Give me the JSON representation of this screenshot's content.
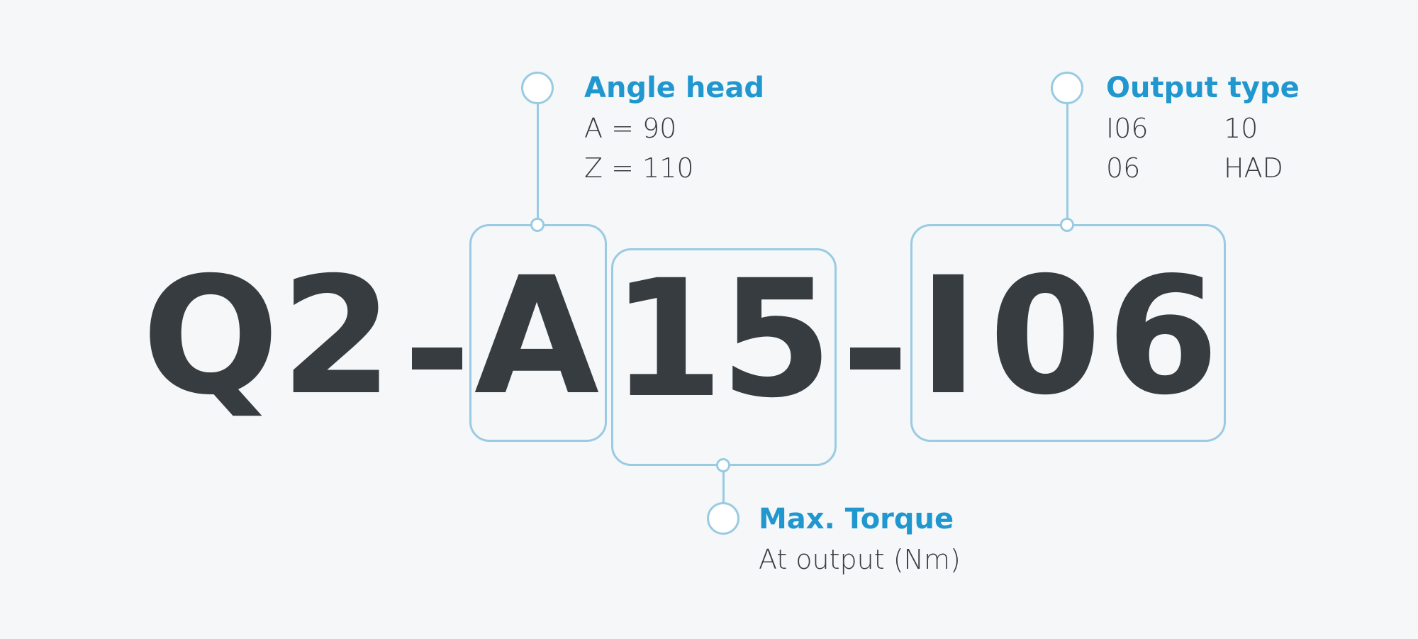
{
  "code": {
    "segments": [
      "Q",
      "2",
      "-",
      "A",
      "1",
      "5",
      "-",
      "I",
      "0",
      "6"
    ]
  },
  "callouts": {
    "angle_head": {
      "title": "Angle head",
      "lines": [
        "A = 90",
        "Z = 110"
      ]
    },
    "max_torque": {
      "title": "Max. Torque",
      "lines": [
        "At output (Nm)"
      ]
    },
    "output_type": {
      "title": "Output type",
      "rows": [
        [
          "I06",
          "10"
        ],
        [
          "06",
          "HAD"
        ]
      ]
    }
  },
  "colors": {
    "background": "#f5f7f9",
    "code_text": "#373c41",
    "accent_title": "#2197cf",
    "connector": "#99cbe3"
  }
}
